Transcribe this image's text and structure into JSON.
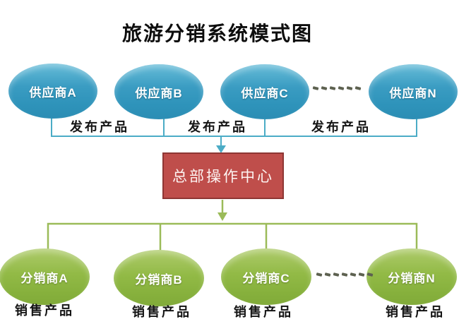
{
  "title": "旅游分销系统模式图",
  "colors": {
    "supplier_fill": "#2e93ba",
    "supplier_fill_light": "#66bcd8",
    "distributor_fill": "#86b03c",
    "distributor_fill_light": "#aecb6b",
    "center_fill": "#bf4e4b",
    "center_border": "#8e3634",
    "top_connector": "#4bacc6",
    "bottom_connector": "#9bbb59",
    "dash_color": "#5d6150",
    "node_text": "#ffffff",
    "label_text": "#141414"
  },
  "suppliers": [
    {
      "label": "供应商A"
    },
    {
      "label": "供应商B"
    },
    {
      "label": "供应商C"
    },
    {
      "label": "供应商N"
    }
  ],
  "publish_labels": [
    "发布产品",
    "发布产品",
    "发布产品"
  ],
  "center": {
    "label": "总部操作中心"
  },
  "distributors": [
    {
      "label": "分销商A"
    },
    {
      "label": "分销商B"
    },
    {
      "label": "分销商C"
    },
    {
      "label": "分销商N"
    }
  ],
  "sell_labels": [
    "销售产品",
    "销售产品",
    "销售产品",
    "销售产品"
  ]
}
